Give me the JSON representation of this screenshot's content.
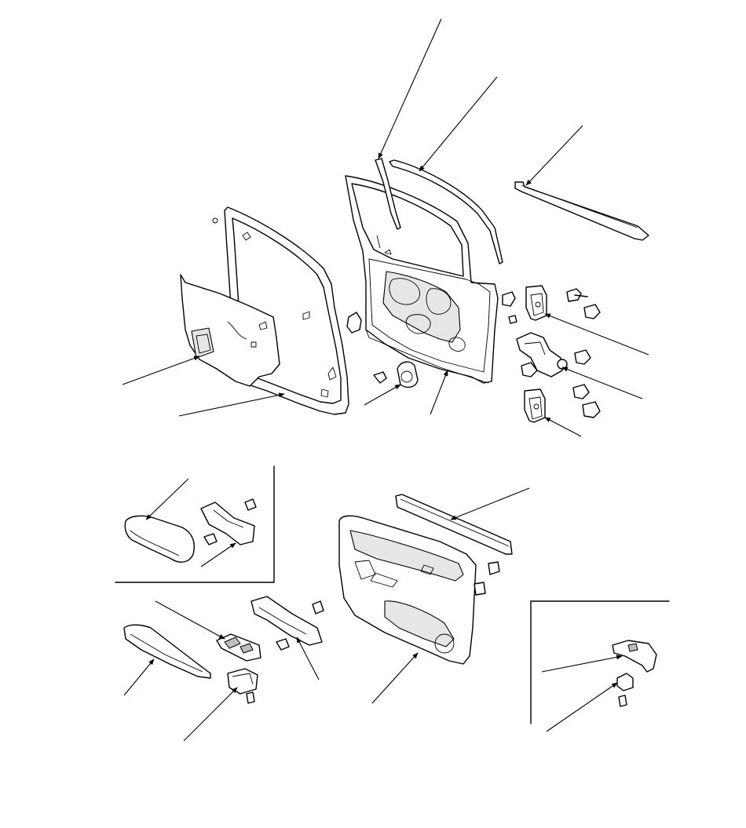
{
  "diagram": {
    "type": "exploded-parts-view",
    "subject": "front door",
    "colors": {
      "line": "#000000",
      "background": "#ffffff",
      "shade": "#e6e6e6"
    },
    "callout_count": 20
  }
}
